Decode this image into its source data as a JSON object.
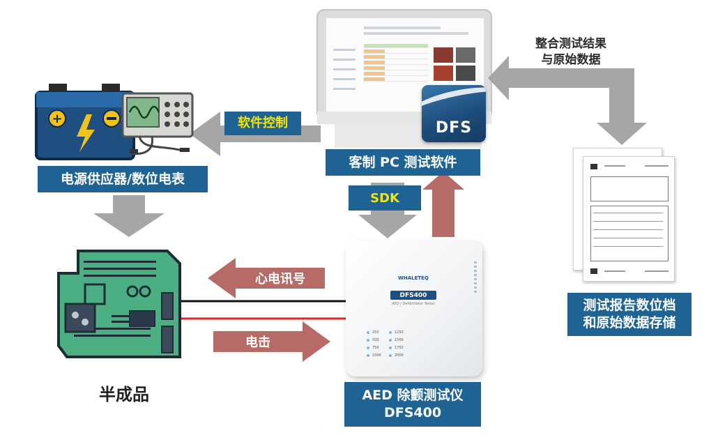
{
  "nodes": {
    "power_meter": "电源供应器/数位电表",
    "pc_software": "客制 PC 测试软件",
    "semi_product": "半成品",
    "aed_tester_line1": "AED 除颤测试仪",
    "aed_tester_line2": "DFS400",
    "report_line1": "测试报告数位档",
    "report_line2": "和原始数据存储"
  },
  "edges": {
    "software_control": "软件控制",
    "sdk": "SDK",
    "ecg_signal": "心电讯号",
    "shock": "电击",
    "integrate_line1": "整合测试结果",
    "integrate_line2": "与原始数据"
  },
  "logo": {
    "dfs": "DFS"
  },
  "device": {
    "brand": "WHALETEQ",
    "model": "DFS400",
    "subtitle": "AED / Defibrillator Tester",
    "leds_left": [
      "250",
      "500",
      "750",
      "1000"
    ],
    "leds_right": [
      "1250",
      "1500",
      "1750",
      "2000"
    ]
  },
  "colors": {
    "label_bg": "#1e6394",
    "highlight_text": "#f5e600",
    "gray_arrow": "#a6a6a6",
    "red_arrow": "#b76b67"
  }
}
